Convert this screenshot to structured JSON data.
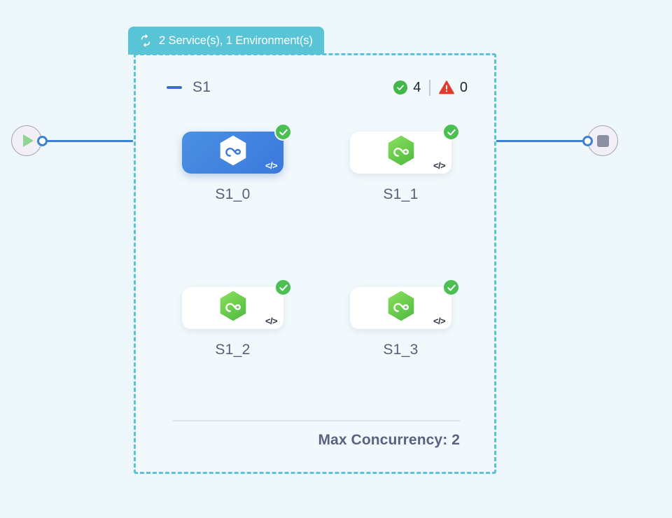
{
  "canvas": {
    "background_color": "#eef7fb"
  },
  "start_node": {
    "icon": "play-icon",
    "handle": "output-handle"
  },
  "end_node": {
    "icon": "stop-icon",
    "handle": "input-handle"
  },
  "group": {
    "header": {
      "icon": "loop-arrows-icon",
      "label": "2 Service(s), 1 Environment(s)",
      "background_color": "#5ac4d7"
    },
    "border_color": "#5ac4d7",
    "title": "S1",
    "collapse_icon": "minus-icon",
    "status": {
      "success": {
        "icon": "check-circle-icon",
        "count": "4",
        "color": "#43b649"
      },
      "warning": {
        "icon": "warning-triangle-icon",
        "count": "0",
        "color": "#e03b2f"
      }
    },
    "nodes": [
      {
        "label": "S1_0",
        "selected": true,
        "hex_color": "#ffffff",
        "badge": "check-badge",
        "code_icon": "</>"
      },
      {
        "label": "S1_1",
        "selected": false,
        "hex_color": "#6fcf4a",
        "badge": "check-badge",
        "code_icon": "</>"
      },
      {
        "label": "S1_2",
        "selected": false,
        "hex_color": "#6fcf4a",
        "badge": "check-badge",
        "code_icon": "</>"
      },
      {
        "label": "S1_3",
        "selected": false,
        "hex_color": "#6fcf4a",
        "badge": "check-badge",
        "code_icon": "</>"
      }
    ],
    "footer": {
      "max_concurrency_label": "Max Concurrency: 2"
    }
  }
}
